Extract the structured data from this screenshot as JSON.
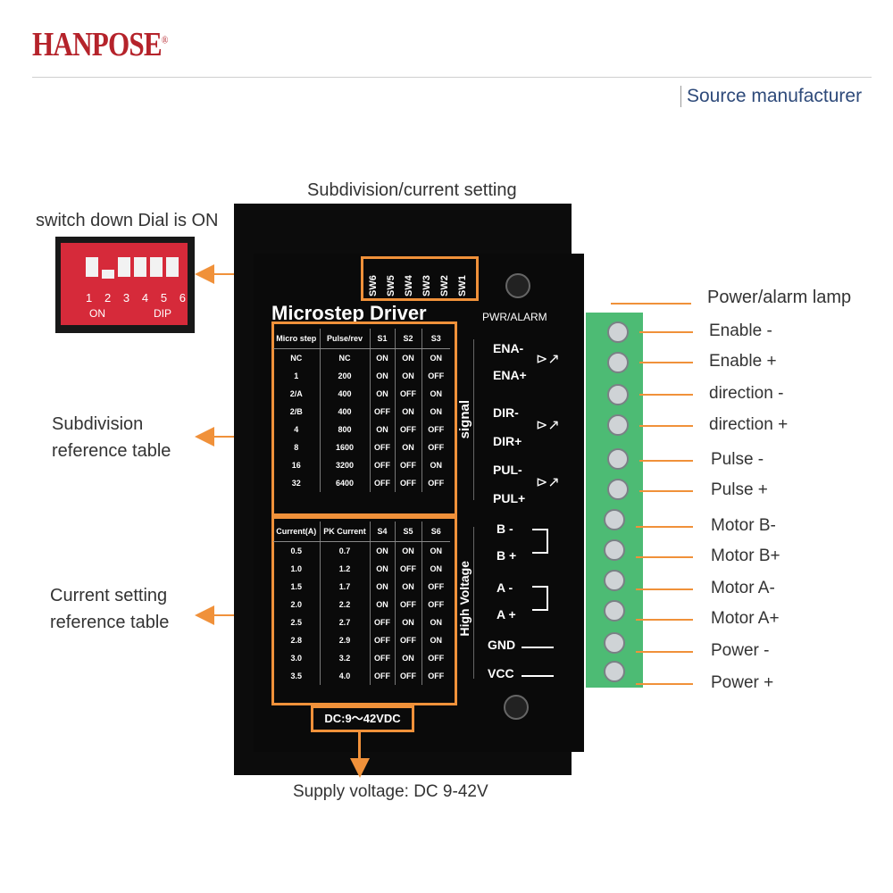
{
  "header": {
    "brand": "HANPOSE",
    "reg": "®",
    "source": "Source manufacturer"
  },
  "labels": {
    "subdivision_current_setting": "Subdivision/current setting",
    "switch_down": "switch down Dial is ON",
    "subdivision_ref_1": "Subdivision",
    "subdivision_ref_2": "reference table",
    "current_ref_1": "Current setting",
    "current_ref_2": "reference table",
    "supply_voltage": "Supply voltage: DC 9-42V"
  },
  "dip": {
    "numbers": [
      "1",
      "2",
      "3",
      "4",
      "5",
      "6"
    ],
    "on": "ON",
    "dip": "DIP"
  },
  "driver": {
    "title": "Microstep Driver",
    "pwr_alarm": "PWR/ALARM",
    "switches": [
      "SW6",
      "SW5",
      "SW4",
      "SW3",
      "SW2",
      "SW1"
    ],
    "signal": "signal",
    "high_voltage": "High Voltage",
    "dc": "DC:9～42VDC",
    "pins": [
      "ENA-",
      "ENA+",
      "DIR-",
      "DIR+",
      "PUL-",
      "PUL+",
      "B -",
      "B +",
      "A -",
      "A +",
      "GND",
      "VCC"
    ]
  },
  "microstep_table": {
    "headers": [
      "Micro step",
      "Pulse/rev",
      "S1",
      "S2",
      "S3"
    ],
    "rows": [
      [
        "NC",
        "NC",
        "ON",
        "ON",
        "ON"
      ],
      [
        "1",
        "200",
        "ON",
        "ON",
        "OFF"
      ],
      [
        "2/A",
        "400",
        "ON",
        "OFF",
        "ON"
      ],
      [
        "2/B",
        "400",
        "OFF",
        "ON",
        "ON"
      ],
      [
        "4",
        "800",
        "ON",
        "OFF",
        "OFF"
      ],
      [
        "8",
        "1600",
        "OFF",
        "ON",
        "OFF"
      ],
      [
        "16",
        "3200",
        "OFF",
        "OFF",
        "ON"
      ],
      [
        "32",
        "6400",
        "OFF",
        "OFF",
        "OFF"
      ]
    ]
  },
  "current_table": {
    "headers": [
      "Current(A)",
      "PK Current",
      "S4",
      "S5",
      "S6"
    ],
    "rows": [
      [
        "0.5",
        "0.7",
        "ON",
        "ON",
        "ON"
      ],
      [
        "1.0",
        "1.2",
        "ON",
        "OFF",
        "ON"
      ],
      [
        "1.5",
        "1.7",
        "ON",
        "ON",
        "OFF"
      ],
      [
        "2.0",
        "2.2",
        "ON",
        "OFF",
        "OFF"
      ],
      [
        "2.5",
        "2.7",
        "OFF",
        "ON",
        "ON"
      ],
      [
        "2.8",
        "2.9",
        "OFF",
        "OFF",
        "ON"
      ],
      [
        "3.0",
        "3.2",
        "OFF",
        "ON",
        "OFF"
      ],
      [
        "3.5",
        "4.0",
        "OFF",
        "OFF",
        "OFF"
      ]
    ]
  },
  "terminal_labels": [
    "Power/alarm lamp",
    "Enable -",
    "Enable +",
    "direction -",
    "direction +",
    "Pulse -",
    "Pulse +",
    "Motor B-",
    "Motor B+",
    "Motor A-",
    "Motor A+",
    "Power -",
    "Power +"
  ],
  "colors": {
    "accent": "#f0913a",
    "brand": "#b5232b",
    "terminal": "#4dbb74"
  }
}
